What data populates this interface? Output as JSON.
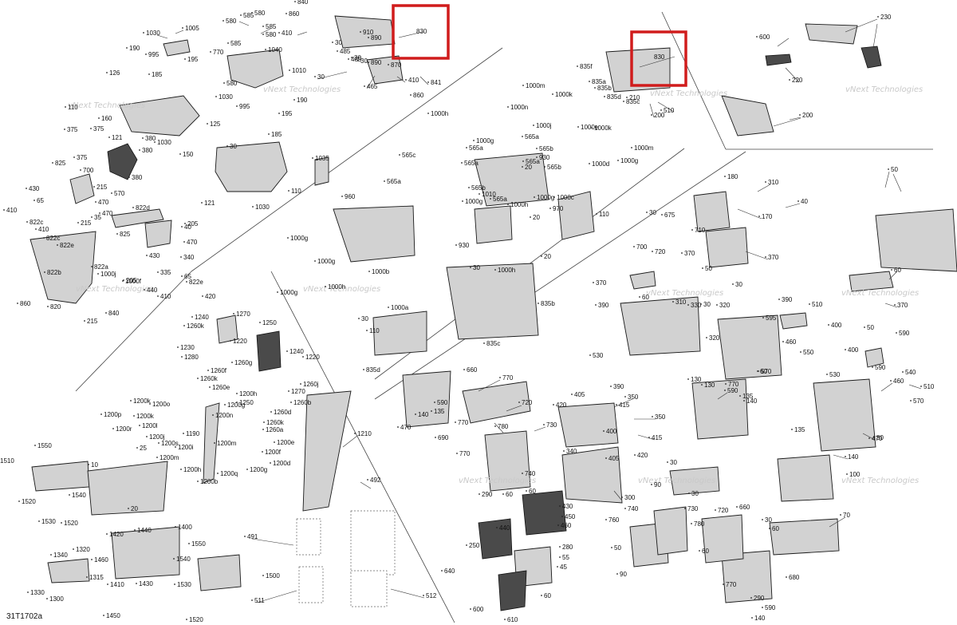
{
  "diagram": {
    "code": "31T1702a",
    "watermark": "vNext Technologies",
    "highlight_color": "#d01c1c",
    "highlight_labels": [
      "830",
      "830"
    ],
    "labels": [
      "1030",
      "1005",
      "580",
      "585",
      "860",
      "840",
      "770",
      "585",
      "580",
      "585",
      "580",
      "410",
      "30",
      "910",
      "890",
      "485",
      "30",
      "30",
      "1040",
      "485",
      "890",
      "30",
      "870",
      "465",
      "410",
      "841",
      "860",
      "190",
      "995",
      "195",
      "126",
      "185",
      "1010",
      "580",
      "1030",
      "995",
      "190",
      "110",
      "195",
      "125",
      "30",
      "185",
      "160",
      "375",
      "121",
      "1030",
      "375",
      "375",
      "380",
      "150",
      "700",
      "380",
      "380",
      "570",
      "825",
      "215",
      "470",
      "121",
      "1030",
      "110",
      "1035",
      "470",
      "430",
      "65",
      "410",
      "822c",
      "410",
      "822c",
      "822e",
      "822a",
      "822b",
      "820",
      "860",
      "840",
      "215",
      "205",
      "40",
      "35",
      "822d",
      "825",
      "215",
      "205",
      "470",
      "340",
      "430",
      "335",
      "65",
      "440",
      "410",
      "822e",
      "1000f",
      "1000j",
      "1000m",
      "1000k",
      "1000n",
      "1000j",
      "1000e",
      "1000k",
      "1000m",
      "1000d",
      "1000g",
      "1000h",
      "1000g",
      "565a",
      "565a",
      "565a",
      "565b",
      "565b",
      "565a",
      "930",
      "20",
      "565c",
      "565a",
      "565b",
      "1010",
      "565a",
      "1000g",
      "1000h",
      "1000c",
      "970",
      "110",
      "1000g",
      "960",
      "20",
      "930",
      "30",
      "20",
      "1000b",
      "1000h",
      "1000g",
      "1000g",
      "1000h",
      "1000g",
      "1000a",
      "30",
      "110",
      "835d",
      "835c",
      "835b",
      "835f",
      "835a",
      "835b",
      "835d",
      "835c",
      "210",
      "200",
      "510",
      "600",
      "220",
      "230",
      "200",
      "30",
      "675",
      "700",
      "720",
      "710",
      "180",
      "170",
      "310",
      "370",
      "370",
      "50",
      "40",
      "370",
      "50",
      "30",
      "60",
      "310",
      "330",
      "320",
      "390",
      "50",
      "60",
      "370",
      "30",
      "320",
      "530",
      "510",
      "390",
      "590",
      "570",
      "595",
      "460",
      "550",
      "400",
      "400",
      "590",
      "530",
      "540",
      "460",
      "510",
      "570",
      "660",
      "770",
      "720",
      "590",
      "470",
      "140",
      "135",
      "690",
      "770",
      "780",
      "730",
      "770",
      "740",
      "290",
      "60",
      "300",
      "420",
      "405",
      "390",
      "415",
      "350",
      "350",
      "400",
      "415",
      "405",
      "420",
      "340",
      "130",
      "590",
      "135",
      "140",
      "30",
      "770",
      "60",
      "130",
      "135",
      "140",
      "100",
      "60",
      "80",
      "90",
      "30",
      "70",
      "720",
      "660",
      "30",
      "760",
      "740",
      "730",
      "780",
      "60",
      "770",
      "680",
      "90",
      "50",
      "290",
      "590",
      "140",
      "470",
      "60",
      "430",
      "450",
      "460",
      "440",
      "250",
      "280",
      "55",
      "45",
      "60",
      "640",
      "600",
      "610",
      "420",
      "1240",
      "1260k",
      "1270",
      "1220",
      "1230",
      "1260g",
      "1280",
      "1260f",
      "1250",
      "1240",
      "1220",
      "1260k",
      "1260j",
      "1270",
      "1260b",
      "1260d",
      "1260e",
      "1200h",
      "1250",
      "1200k",
      "1200o",
      "1200p",
      "1200k",
      "1200l",
      "1200r",
      "1200j",
      "1200s",
      "1190",
      "1200g",
      "1200n",
      "1200m",
      "1200i",
      "1200h",
      "1200m",
      "1200b",
      "1200q",
      "1260k",
      "1260a",
      "1200e",
      "1200f",
      "1200d",
      "1200g",
      "1210",
      "1550",
      "1510",
      "10",
      "25",
      "1540",
      "1520",
      "20",
      "1530",
      "1520",
      "1420",
      "1440",
      "1400",
      "1460",
      "1340",
      "1320",
      "1315",
      "1330",
      "1300",
      "1410",
      "1430",
      "1450",
      "1550",
      "1540",
      "1500",
      "1530",
      "1520",
      "491",
      "492",
      "511",
      "512"
    ]
  }
}
